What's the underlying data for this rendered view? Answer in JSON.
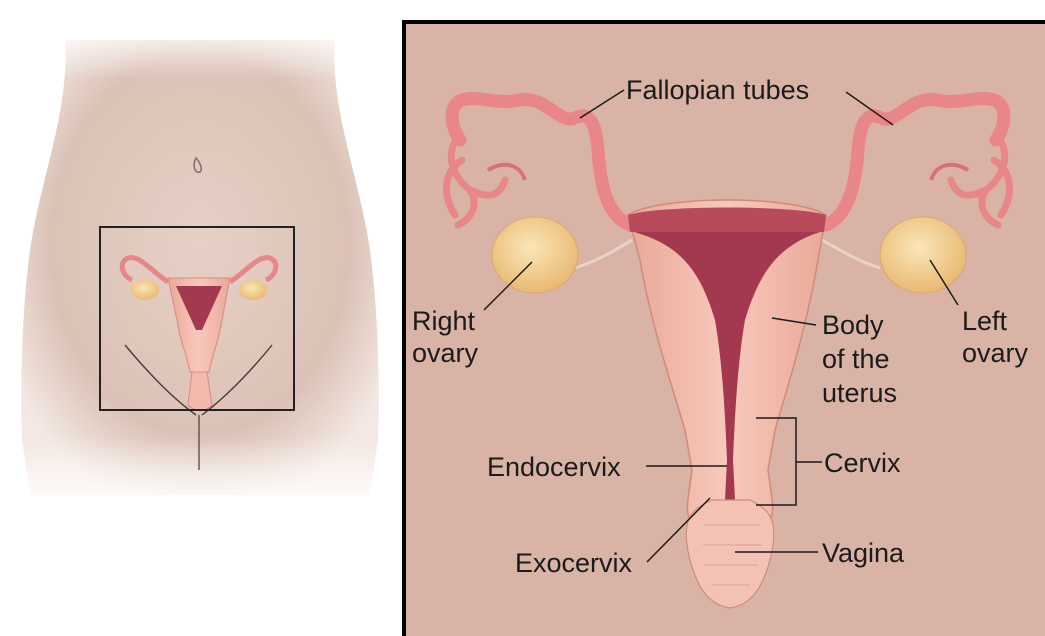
{
  "labels": {
    "fallopian_tubes": "Fallopian tubes",
    "right_ovary_line1": "Right",
    "right_ovary_line2": "ovary",
    "left_ovary_line1": "Left",
    "left_ovary_line2": "ovary",
    "body_line1": "Body",
    "body_line2": "of the",
    "body_line3": "uterus",
    "cervix": "Cervix",
    "endocervix": "Endocervix",
    "exocervix": "Exocervix",
    "vagina": "Vagina"
  },
  "colors": {
    "inset_background": "#d9b4a6",
    "inset_border": "#000000",
    "torso_skin": "#dcc2b6",
    "uterus_outer": "#f2b9ac",
    "uterus_cavity": "#a3384f",
    "fallopian_tube": "#e8868a",
    "ovary": "#f3d39b",
    "leader_line": "#1b1b1b"
  }
}
